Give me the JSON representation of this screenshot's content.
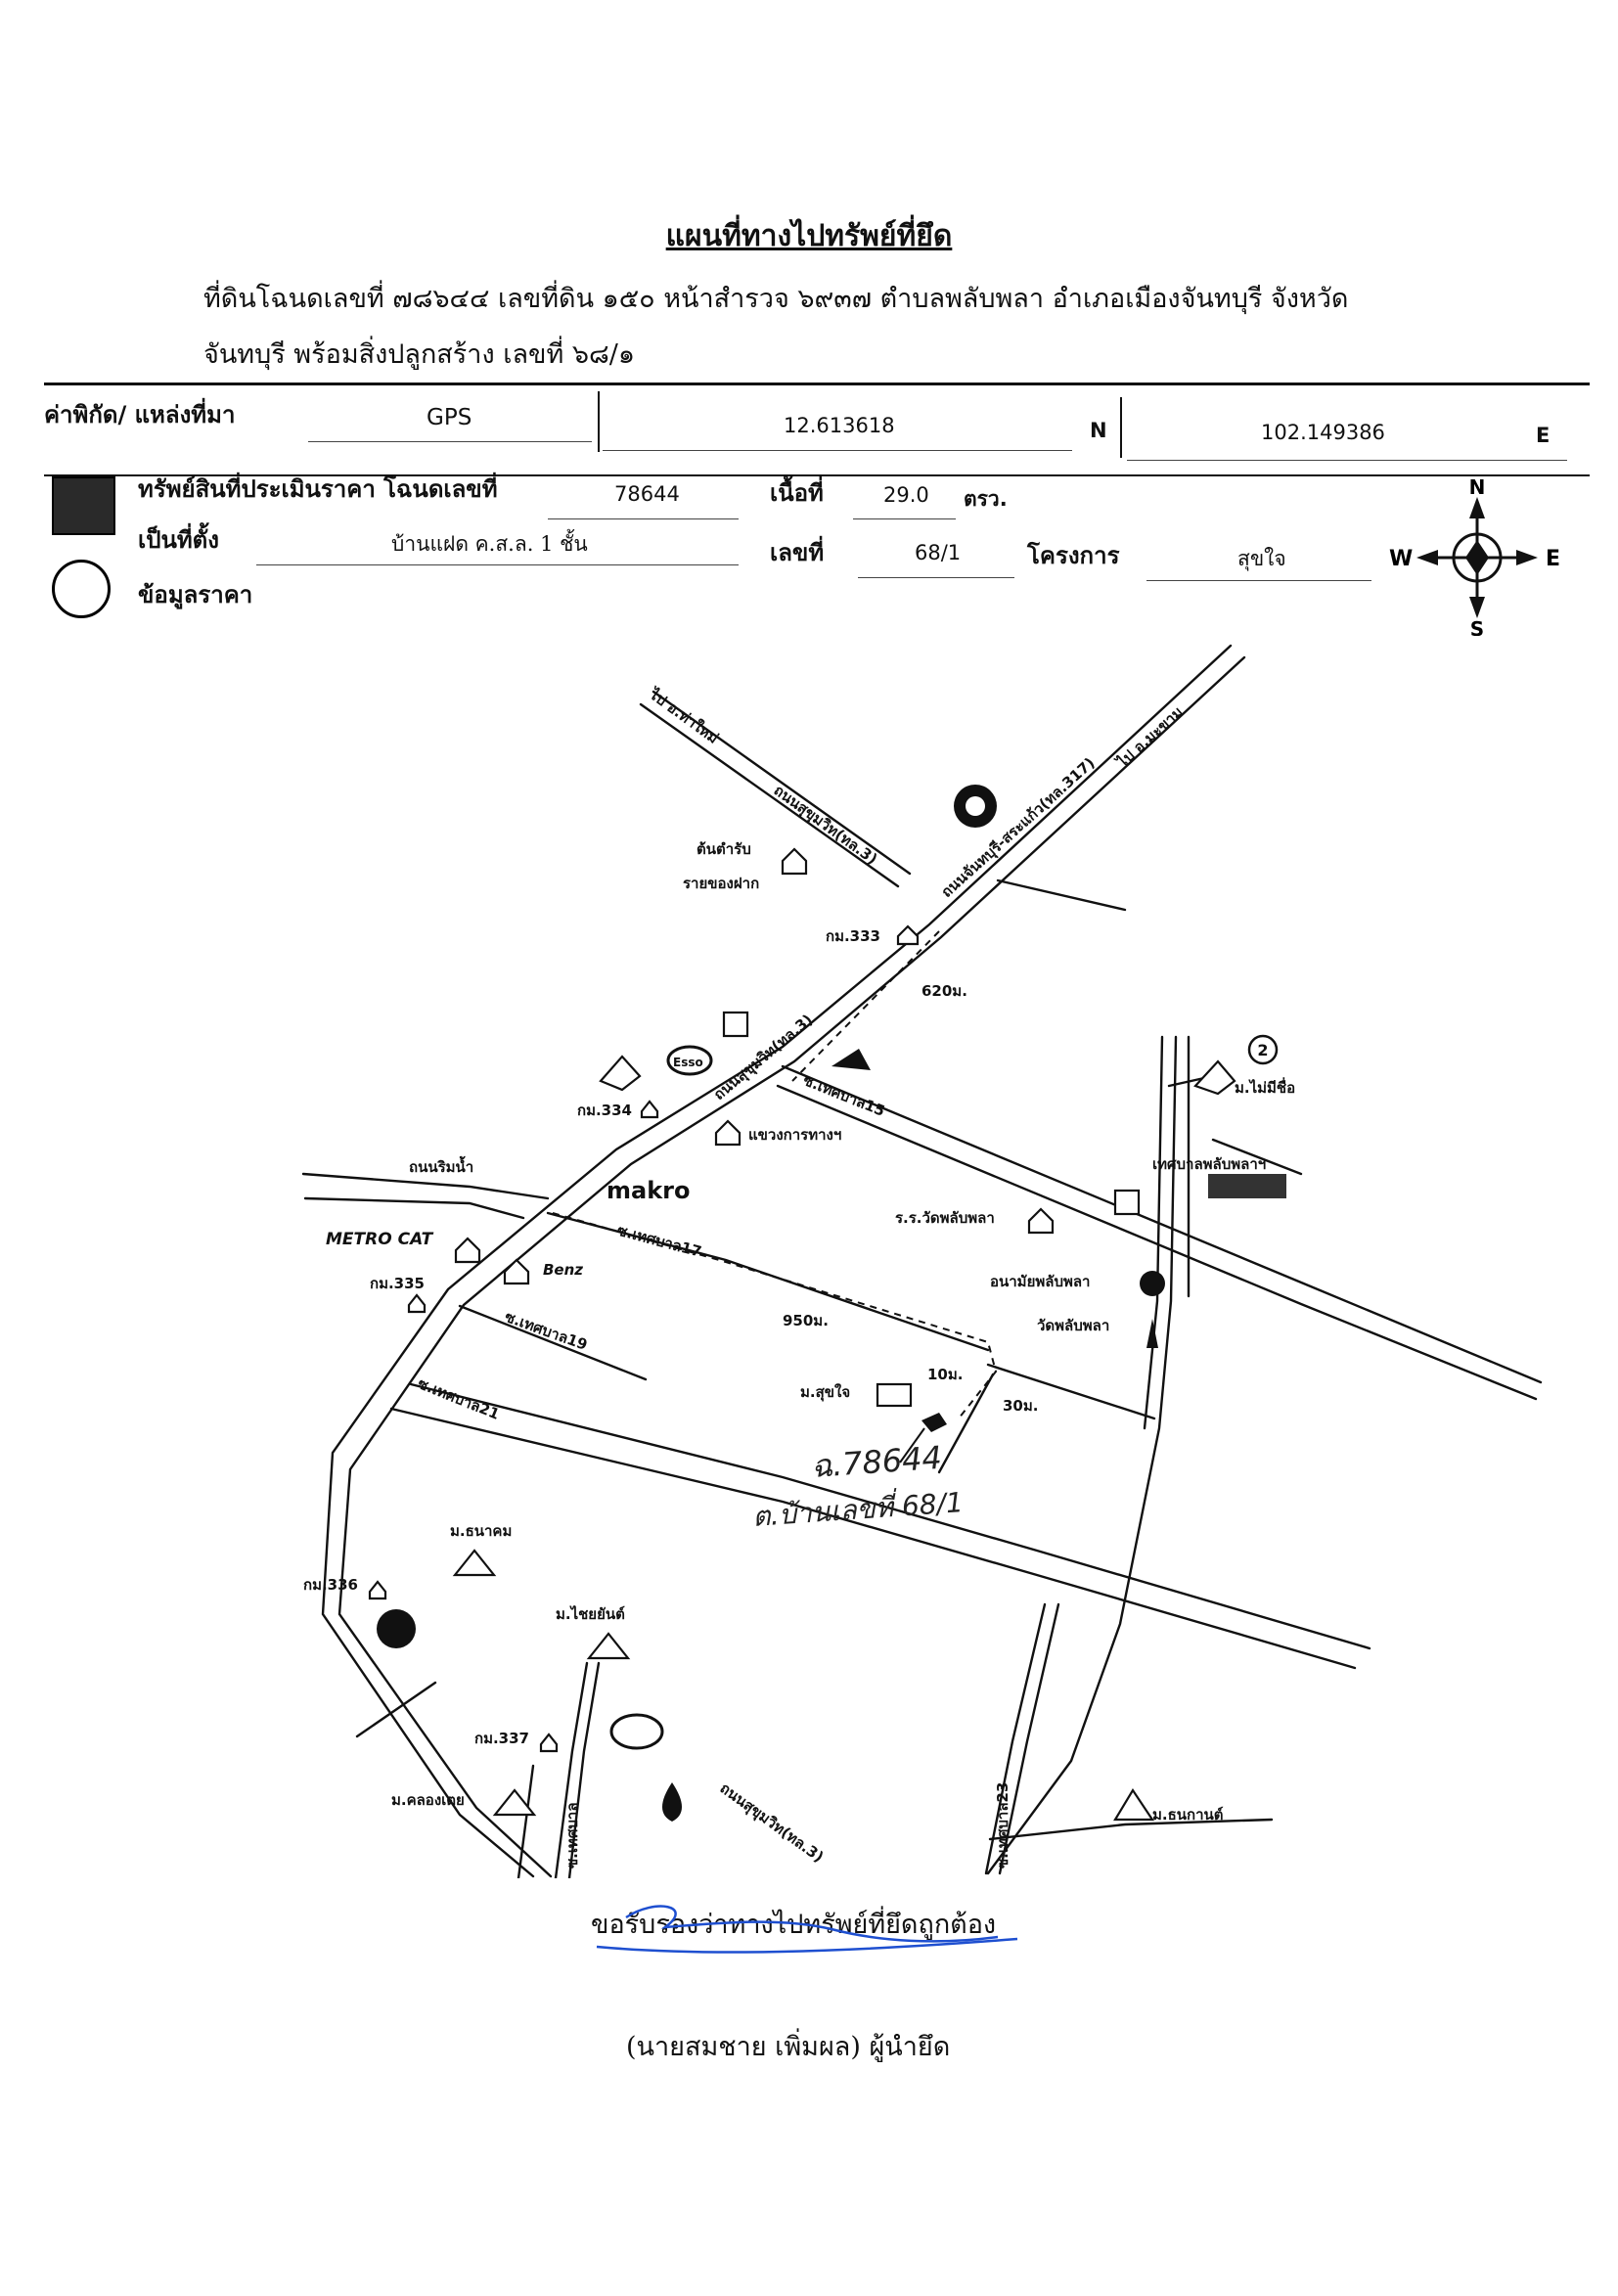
{
  "document": {
    "title": "แผนที่ทางไปทรัพย์ที่ยึด",
    "line1": "ที่ดินโฉนดเลขที่ ๗๘๖๔๔ เลขที่ดิน ๑๕๐ หน้าสำรวจ ๖๙๓๗ ตำบลพลับพลา อำเภอเมืองจันทบุรี จังหวัด",
    "line2": "จันทบุรี พร้อมสิ่งปลูกสร้าง เลขที่ ๖๘/๑"
  },
  "coords": {
    "label": "ค่าพิกัด/  แหล่งที่มา",
    "source": "GPS",
    "lat": "12.613618",
    "lat_dir": "N",
    "lon": "102.149386",
    "lon_dir": "E"
  },
  "legend": {
    "asset_label": "ทรัพย์สินที่ประเมินราคา โฉนดเลขที่",
    "deed_no": "78644",
    "area_label": "เนื้อที่",
    "area_value": "29.0",
    "area_unit": "ตรว.",
    "location_label": "เป็นที่ตั้ง",
    "location_value": "บ้านแฝด ค.ส.ล. 1 ชั้น",
    "number_label": "เลขที่",
    "number_value": "68/1",
    "project_label": "โครงการ",
    "project_value": "สุขใจ",
    "price_label": "ข้อมูลราคา"
  },
  "compass": {
    "n": "N",
    "s": "S",
    "e": "E",
    "w": "W"
  },
  "map_labels": {
    "to_thamai": "ไป อ.ท่าใหม่",
    "to_makham": "ไป อ.มะขาม",
    "sukhumvit_3_top": "ถนนสุขุมวิท(ทล.3)",
    "chanthaburi_road": "ถนนจันทบุรี-สระแก้ว(ทล.317)",
    "ton_tamrap": "ต้นตำรับ",
    "rai_khong_fak": "รายของฝาก",
    "km333": "กม.333",
    "dist620": "620ม.",
    "sukhumvit_3_mid": "ถนนสุขุมวิท(ทล.3)",
    "esso": "Esso",
    "km334": "กม.334",
    "thesaban15": "ซ.เทศบาล15",
    "highway_office": "แขวงการทางฯ",
    "makro": "makro",
    "thanon_rimnam": "ถนนริมน้ำ",
    "thesaban17": "ซ.เทศบาล17",
    "metro_cat": "METRO CAT",
    "benz": "Benz",
    "km335": "กม.335",
    "thesaban19": "ซ.เทศบาล19",
    "dist950": "950ม.",
    "mai_mi_chue": "ม.ไม่มีชื่อ",
    "circle2": "2",
    "thesaban_plubpla": "เทศบาลพลับพลาฯ",
    "school_wat": "ร.ร.วัดพลับพลา",
    "health_center": "อนามัยพลับพลา",
    "wat_plubpla": "วัดพลับพลา",
    "dist10": "10ม.",
    "dist30": "30ม.",
    "suk_jai": "ม.สุขใจ",
    "thesaban21": "ซ.เทศบาล21",
    "thanakhom": "ม.ธนาคม",
    "km336": "กม.336",
    "chaiyan": "ม.ไชยยันต์",
    "km337": "กม.337",
    "khlong_loei": "ม.คลองเตย",
    "sukhumvit_3_bottom": "ถนนสุขุมวิท(ทล.3)",
    "thesaban_bottom": "ซ.เทศบาล",
    "thesaban23": "ซ.เทศบาล23",
    "thanakan": "ม.ธนกานต์",
    "hand_deed": "ฉ.78644",
    "hand_no": "ต.บ้านเลขที่ 68/1"
  },
  "certification": {
    "statement": "ขอรับรองว่าทางไปทรัพย์ที่ยึดถูกต้อง",
    "signer": "(นายสมชาย  เพิ่มผล) ผู้นำยึด"
  },
  "colors": {
    "ink": "#111111",
    "signature": "#1e4fd0"
  }
}
